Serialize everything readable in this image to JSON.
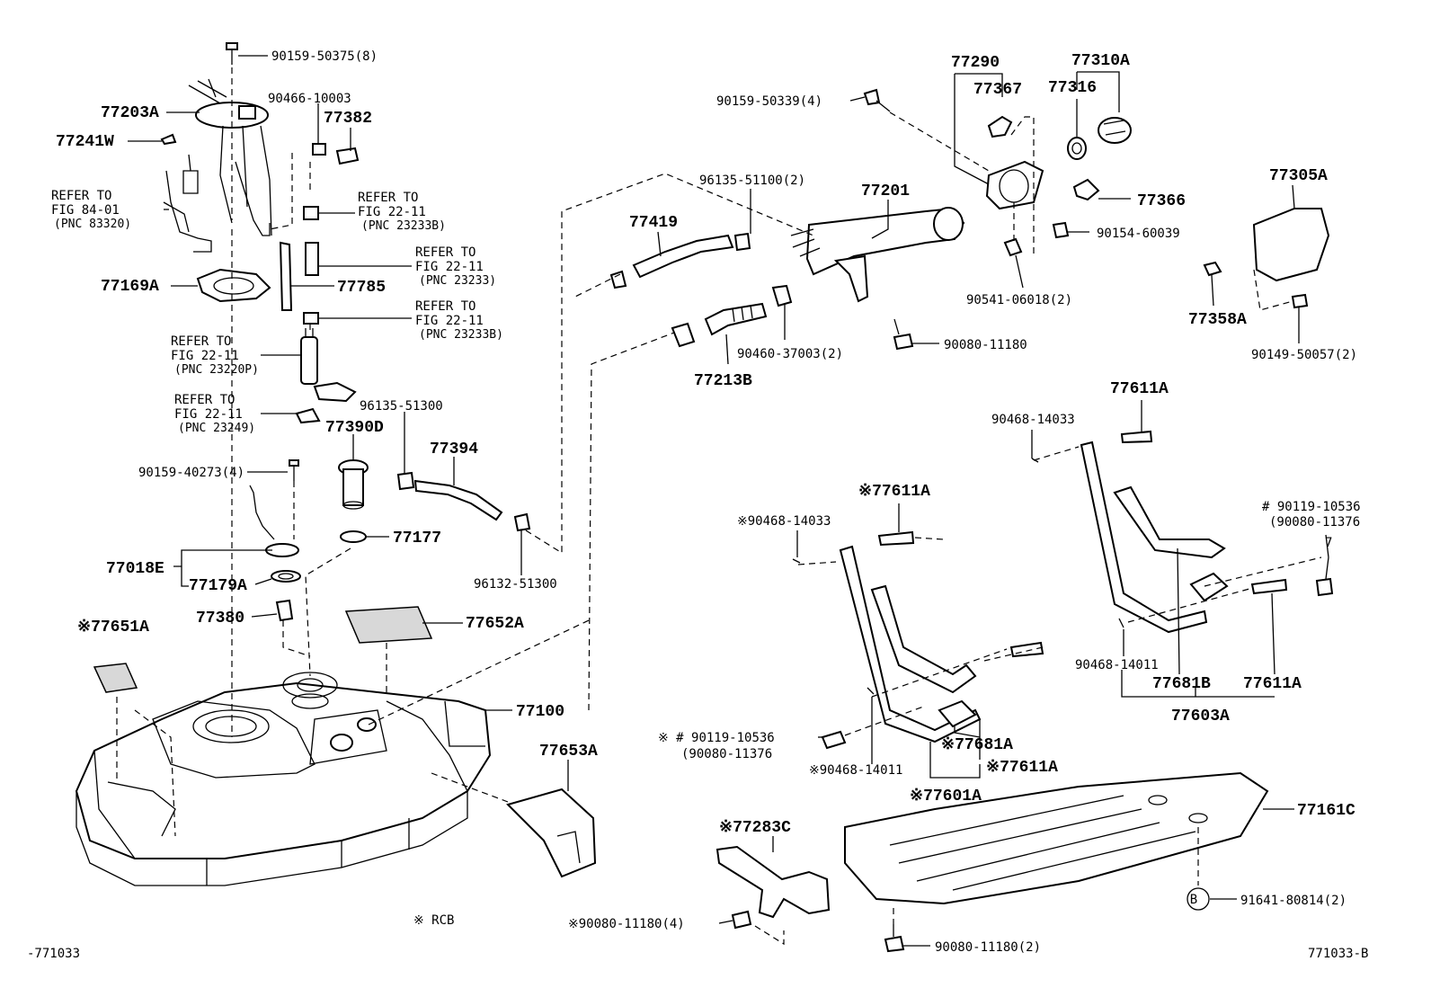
{
  "callouts": [
    {
      "id": "c1",
      "text": "90159-50375(8)"
    },
    {
      "id": "c2",
      "text": "77203A"
    },
    {
      "id": "c3",
      "text": "77241W"
    },
    {
      "id": "c4",
      "text": "REFER TO"
    },
    {
      "id": "c5",
      "text": "FIG 84-01"
    },
    {
      "id": "c6",
      "text": "(PNC 83320)"
    },
    {
      "id": "c7",
      "text": "77169A"
    },
    {
      "id": "c8",
      "text": "90466-10003"
    },
    {
      "id": "c9",
      "text": "77382"
    },
    {
      "id": "c10",
      "text": "REFER TO"
    },
    {
      "id": "c11",
      "text": "FIG 22-11"
    },
    {
      "id": "c12",
      "text": "(PNC 23233B)"
    },
    {
      "id": "c13",
      "text": "REFER TO"
    },
    {
      "id": "c14",
      "text": "FIG 22-11"
    },
    {
      "id": "c15",
      "text": "(PNC 23233)"
    },
    {
      "id": "c16",
      "text": "77785"
    },
    {
      "id": "c17",
      "text": "REFER TO"
    },
    {
      "id": "c18",
      "text": "FIG 22-11"
    },
    {
      "id": "c19",
      "text": "(PNC 23233B)"
    },
    {
      "id": "c20",
      "text": "REFER TO"
    },
    {
      "id": "c21",
      "text": "FIG 22-11"
    },
    {
      "id": "c22",
      "text": "(PNC 23220P)"
    },
    {
      "id": "c23",
      "text": "REFER TO"
    },
    {
      "id": "c24",
      "text": "FIG 22-11"
    },
    {
      "id": "c25",
      "text": "(PNC 23249)"
    },
    {
      "id": "c26",
      "text": "96135-51300"
    },
    {
      "id": "c27",
      "text": "77390D"
    },
    {
      "id": "c28",
      "text": "77394"
    },
    {
      "id": "c29",
      "text": "90159-40273(4)"
    },
    {
      "id": "c30",
      "text": "77177"
    },
    {
      "id": "c31",
      "text": "77018E"
    },
    {
      "id": "c32",
      "text": "77179A"
    },
    {
      "id": "c33",
      "text": "96132-51300"
    },
    {
      "id": "c34",
      "text": "77380"
    },
    {
      "id": "c35",
      "text": "77652A"
    },
    {
      "id": "c36",
      "text": "※77651A"
    },
    {
      "id": "c37",
      "text": "77100"
    },
    {
      "id": "c38",
      "text": "77653A"
    },
    {
      "id": "c39",
      "text": "※ RCB"
    },
    {
      "id": "c40",
      "text": "-771033"
    },
    {
      "id": "c41",
      "text": "77290"
    },
    {
      "id": "c42",
      "text": "77367"
    },
    {
      "id": "c43",
      "text": "90159-50339(4)"
    },
    {
      "id": "c44",
      "text": "77310A"
    },
    {
      "id": "c45",
      "text": "77316"
    },
    {
      "id": "c46",
      "text": "96135-51100(2)"
    },
    {
      "id": "c47",
      "text": "77201"
    },
    {
      "id": "c48",
      "text": "77419"
    },
    {
      "id": "c49",
      "text": "77366"
    },
    {
      "id": "c50",
      "text": "90154-60039"
    },
    {
      "id": "c51",
      "text": "77305A"
    },
    {
      "id": "c52",
      "text": "90541-06018(2)"
    },
    {
      "id": "c53",
      "text": "90460-37003(2)"
    },
    {
      "id": "c54",
      "text": "90080-11180"
    },
    {
      "id": "c55",
      "text": "77213B"
    },
    {
      "id": "c56",
      "text": "77358A"
    },
    {
      "id": "c57",
      "text": "90149-50057(2)"
    },
    {
      "id": "c58",
      "text": "77611A"
    },
    {
      "id": "c59",
      "text": "90468-14033"
    },
    {
      "id": "c60",
      "text": "※77611A"
    },
    {
      "id": "c61",
      "text": "※90468-14033"
    },
    {
      "id": "c62",
      "text": "# 90119-10536"
    },
    {
      "id": "c63",
      "text": "(90080-11376"
    },
    {
      "id": "c64",
      "text": "90468-14011"
    },
    {
      "id": "c65",
      "text": "77681B"
    },
    {
      "id": "c66",
      "text": "77611A"
    },
    {
      "id": "c67",
      "text": "77603A"
    },
    {
      "id": "c68",
      "text": "※ # 90119-10536"
    },
    {
      "id": "c69",
      "text": "(90080-11376"
    },
    {
      "id": "c70",
      "text": "※77681A"
    },
    {
      "id": "c71",
      "text": "※90468-14011"
    },
    {
      "id": "c72",
      "text": "※77611A"
    },
    {
      "id": "c73",
      "text": "※77601A"
    },
    {
      "id": "c74",
      "text": "※77283C"
    },
    {
      "id": "c75",
      "text": "77161C"
    },
    {
      "id": "c76",
      "text": "※90080-11180(4)"
    },
    {
      "id": "c77",
      "text": "B"
    },
    {
      "id": "c78",
      "text": "91641-80814(2)"
    },
    {
      "id": "c79",
      "text": "90080-11180(2)"
    },
    {
      "id": "c80",
      "text": "771033-B"
    },
    {
      "id": "c81",
      "text": "7"
    }
  ]
}
